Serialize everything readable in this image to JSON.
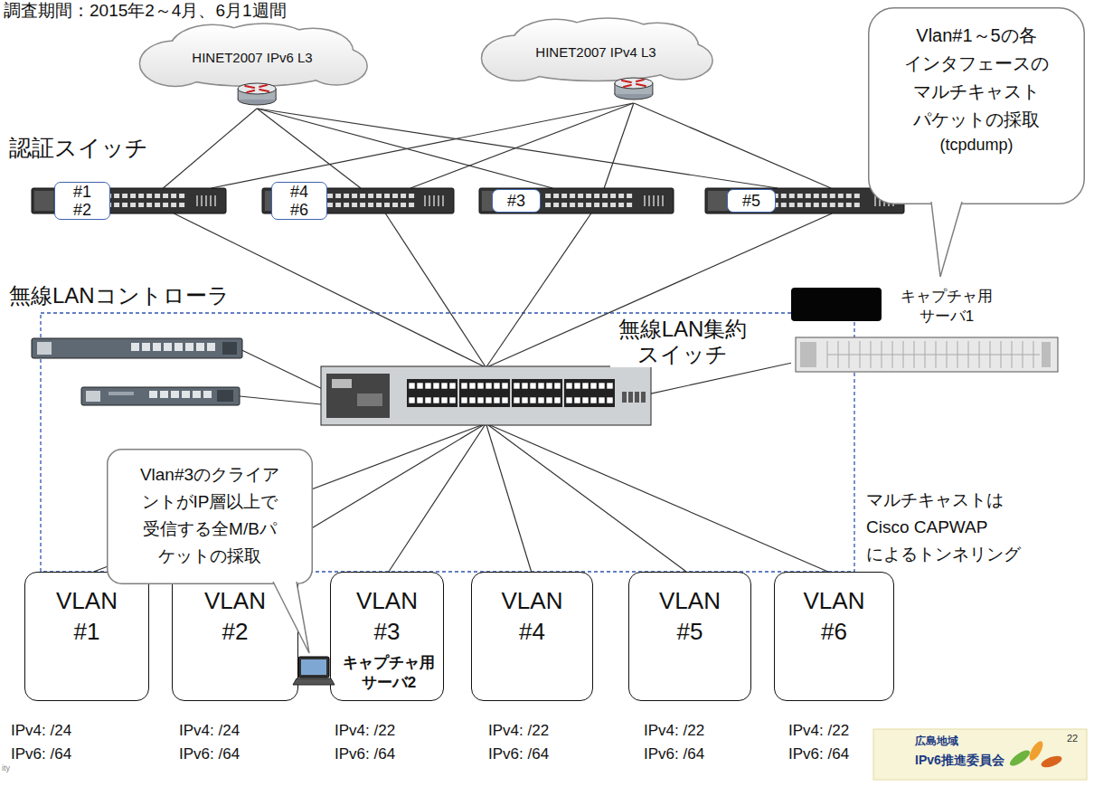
{
  "diagram": {
    "title": "調査期間：2015年2～4月、6月1週間",
    "nodes": [
      {
        "text": [
          "HINET2007 IPv6 L3"
        ]
      },
      {
        "text": [
          "HINET2007 IPv4 L3"
        ]
      },
      {
        "text": [
          "#1 #2"
        ]
      },
      {
        "text": [
          "#4 #6"
        ]
      },
      {
        "text": [
          "#3"
        ]
      },
      {
        "text": [
          "#5"
        ]
      },
      {
        "text": [
          "Vlan#1～5の各 インタフェースの マルチキャスト パケットの採取",
          "(tcpdump)"
        ]
      },
      {
        "text": [
          "キャプチャ用 サーバ1"
        ]
      },
      {
        "text": [
          "無線LANコントローラ"
        ]
      },
      {
        "text": [
          "無線LAN集約 スイッチ"
        ]
      },
      {
        "text": [
          "Vlan#3のクライア ントがIP層以上で 受信する全M/Bパ ケットの採取"
        ]
      },
      {
        "text": [
          "VLAN #1"
        ]
      },
      {
        "text": [
          "VLAN #2"
        ]
      },
      {
        "text": [
          "VLAN #3"
        ]
      },
      {
        "text": [
          "VLAN #4"
        ]
      },
      {
        "text": [
          "VLAN #5"
        ]
      },
      {
        "text": [
          "VLAN #6"
        ]
      },
      {
        "text": [
          "キャプチャ用 サーバ2"
        ]
      }
    ],
    "edges": [
      {
        "from": 0,
        "to": 2,
        "arrow": "none"
      },
      {
        "from": 0,
        "to": 3,
        "arrow": "none"
      },
      {
        "from": 0,
        "to": 4,
        "arrow": "none"
      },
      {
        "from": 0,
        "to": 5,
        "arrow": "none"
      },
      {
        "from": 1,
        "to": 2,
        "arrow": "none"
      },
      {
        "from": 1,
        "to": 3,
        "arrow": "none"
      },
      {
        "from": 1,
        "to": 4,
        "arrow": "none"
      },
      {
        "from": 1,
        "to": 5,
        "arrow": "none"
      },
      {
        "from": 2,
        "to": 9,
        "arrow": "none"
      },
      {
        "from": 3,
        "to": 9,
        "arrow": "none"
      },
      {
        "from": 4,
        "to": 9,
        "arrow": "none"
      },
      {
        "from": 5,
        "to": 9,
        "arrow": "none"
      },
      {
        "from": 8,
        "to": 9,
        "arrow": "none"
      },
      {
        "from": 7,
        "to": 9,
        "arrow": "none"
      },
      {
        "from": 9,
        "to": 11,
        "arrow": "none"
      },
      {
        "from": 9,
        "to": 12,
        "arrow": "none"
      },
      {
        "from": 9,
        "to": 13,
        "arrow": "none"
      },
      {
        "from": 9,
        "to": 14,
        "arrow": "none"
      },
      {
        "from": 9,
        "to": 15,
        "arrow": "none"
      },
      {
        "from": 9,
        "to": 16,
        "arrow": "none"
      }
    ],
    "labels": [
      "認証スイッチ",
      "マルチキャストは Cisco CAPWAP によるトンネリング",
      "IPv4: /24",
      "IPv4: /24",
      "IPv4: /22",
      "IPv4: /22",
      "IPv4: /22",
      "IPv4: /22",
      "IPv6: /64",
      "IPv6: /64",
      "IPv6: /64",
      "IPv6: /64",
      "IPv6: /64",
      "IPv6: /64",
      "広島地域",
      "IPv6推進委員会",
      "22",
      "ity"
    ]
  }
}
